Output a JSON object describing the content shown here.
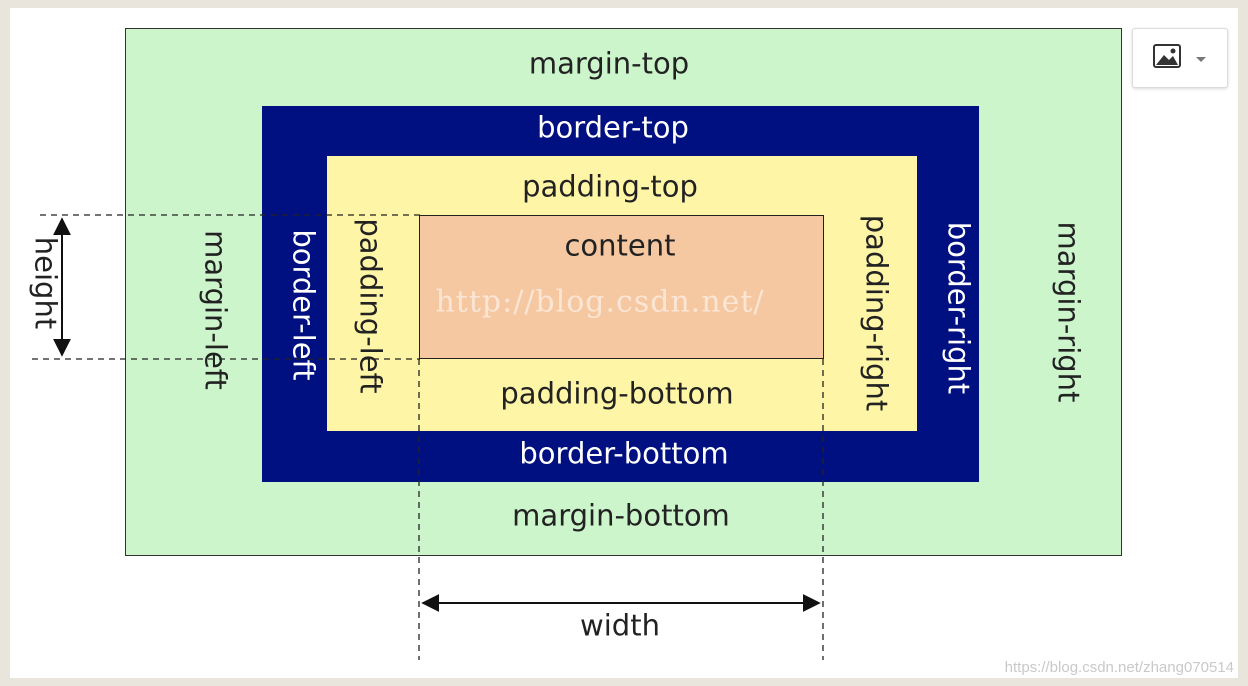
{
  "labels": {
    "margin_top": "margin-top",
    "margin_bottom": "margin-bottom",
    "margin_left": "margin-left",
    "margin_right": "margin-right",
    "border_top": "border-top",
    "border_bottom": "border-bottom",
    "border_left": "border-left",
    "border_right": "border-right",
    "padding_top": "padding-top",
    "padding_bottom": "padding-bottom",
    "padding_left": "padding-left",
    "padding_right": "padding-right",
    "content": "content",
    "height": "height",
    "width": "width"
  },
  "watermark": "http://blog.csdn.net/",
  "footer_watermark": "https://blog.csdn.net/zhang070514",
  "toolbar": {
    "image_icon": "image-icon",
    "dropdown_icon": "caret-down-icon"
  },
  "colors": {
    "margin": "#ccf5cc",
    "border": "#001080",
    "padding": "#fff5a6",
    "content": "#f5c8a2"
  }
}
